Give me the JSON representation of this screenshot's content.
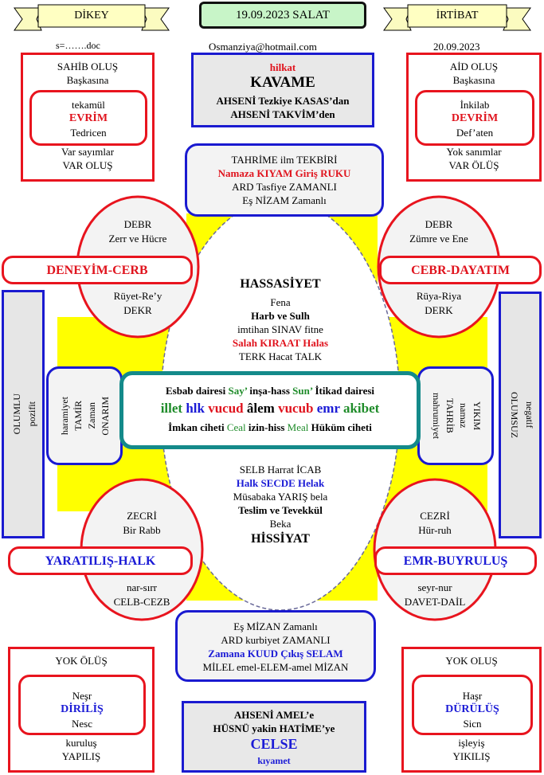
{
  "header": {
    "left_banner": "DİKEY",
    "title": "19.09.2023 SALAT",
    "right_banner": "İRTİBAT",
    "file_name": "s=…….doc",
    "email": "Osmanziya@hotmail.com",
    "date": "20.09.2023"
  },
  "top_center": {
    "l1": "hilkat",
    "l2": "KAVAME",
    "l3": "AHSENİ Tezkiye KASAS’dan",
    "l4": "AHSENİ TAKVİM’den"
  },
  "top_left": {
    "l1": "SAHİB OLUŞ",
    "l2": "Başkasına",
    "inner1": "tekamül",
    "inner2": "EVRİM",
    "inner3": "Tedricen",
    "l3": "Var sayımlar",
    "l4": "VAR OLUŞ"
  },
  "top_right": {
    "l1": "AİD OLUŞ",
    "l2": "Başkasına",
    "inner1": "İnkilab",
    "inner2": "DEVRİM",
    "inner3": "Def’aten",
    "l3": "Yok sanımlar",
    "l4": "VAR ÖLÜŞ"
  },
  "upper_box": {
    "l1": "TAHRİME ilm TEKBİRİ",
    "l2": "Namaza  KIYAM Giriş RUKU",
    "l3": "ARD Tasfiye ZAMANLI",
    "l4": "Eş NİZAM Zamanlı"
  },
  "left_upper_circle": {
    "l1": "DEBR",
    "l2": "Zerr ve Hücre",
    "l3": "Rüyet-Re’y",
    "l4": "DEKR"
  },
  "right_upper_circle": {
    "l1": "DEBR",
    "l2": "Zümre ve Ene",
    "l3": "Rüya-Riya",
    "l4": "DERK"
  },
  "pill_left_upper": "DENEYİM-CERB",
  "pill_right_upper": "CEBR-DAYATIM",
  "oval_upper": {
    "l1": "HASSASİYET",
    "l2": "Fena",
    "l3": "Harb ve Sulh",
    "l4": "imtihan  SINAV   fitne",
    "l5": "Salah KIRAAT Halas",
    "l6": "TERK  Hacat TALK"
  },
  "side_left": {
    "l1": "OLUMLU",
    "l2": "pozifit"
  },
  "side_right": {
    "l1": "negatif",
    "l2": "OLUMSUZ"
  },
  "left_mid_box": {
    "l1": "haramiyet",
    "l2": "TAMİR",
    "l3": "Zaman",
    "l4": "ONARIM"
  },
  "right_mid_box": {
    "l1": "YIKIM",
    "l2": "namaz",
    "l3": "TAHRİB",
    "l4": "mahrumiyet"
  },
  "center": {
    "r1a": "Esbab dairesi",
    "r1b": "Say’",
    "r1c": "inşa-hass",
    "r1d": "Sun’",
    "r1e": "İtikad dairesi",
    "r2a": "illet",
    "r2b": "hlk",
    "r2c": "vucud",
    "r2d": "âlem",
    "r2e": "vucub",
    "r2f": "emr",
    "r2g": "akibet",
    "r3a": "İmkan ciheti",
    "r3b": "Ceal",
    "r3c": "izin-hiss",
    "r3d": "Meal",
    "r3e": "Hüküm ciheti"
  },
  "oval_lower": {
    "l1": "SELB Harrat  İCAB",
    "l2": "Halk SECDE Helak",
    "l3": "Müsabaka YARIŞ  bela",
    "l4": "Teslim ve Tevekkül",
    "l5": "Beka",
    "l6": "HİSSİYAT"
  },
  "left_lower_circle": {
    "l1": "ZECRİ",
    "l2": "Bir Rabb",
    "l3": "nar-sırr",
    "l4": "CELB-CEZB"
  },
  "right_lower_circle": {
    "l1": "CEZRİ",
    "l2": "Hür-ruh",
    "l3": "seyr-nur",
    "l4": "DAVET-DAİL"
  },
  "pill_left_lower": "YARATILIŞ-HALK",
  "pill_right_lower": "EMR-BUYRULUŞ",
  "lower_box": {
    "l1": "Eş MİZAN Zamanlı",
    "l2": "ARD kurbiyet ZAMANLI",
    "l3": "Zamana KUUD Çıkış SELAM",
    "l4": "MİLEL emel-ELEM-amel MİZAN"
  },
  "bottom_left": {
    "l1": "YOK ÖLÜŞ",
    "inner1": "Neşr",
    "inner2": "DİRİLİŞ",
    "inner3": "Nesc",
    "l2": "kuruluş",
    "l3": "YAPILIŞ"
  },
  "bottom_right": {
    "l1": "YOK OLUŞ",
    "inner1": "Haşr",
    "inner2": "DÜRÜLÜŞ",
    "inner3": "Sicn",
    "l2": "işleyiş",
    "l3": "YIKILIŞ"
  },
  "bottom_center": {
    "l1": "AHSENİ AMEL’e",
    "l2": "HÜSNÜ yakin HATİME’ye",
    "l3": "CELSE",
    "l4": "kıyamet"
  }
}
